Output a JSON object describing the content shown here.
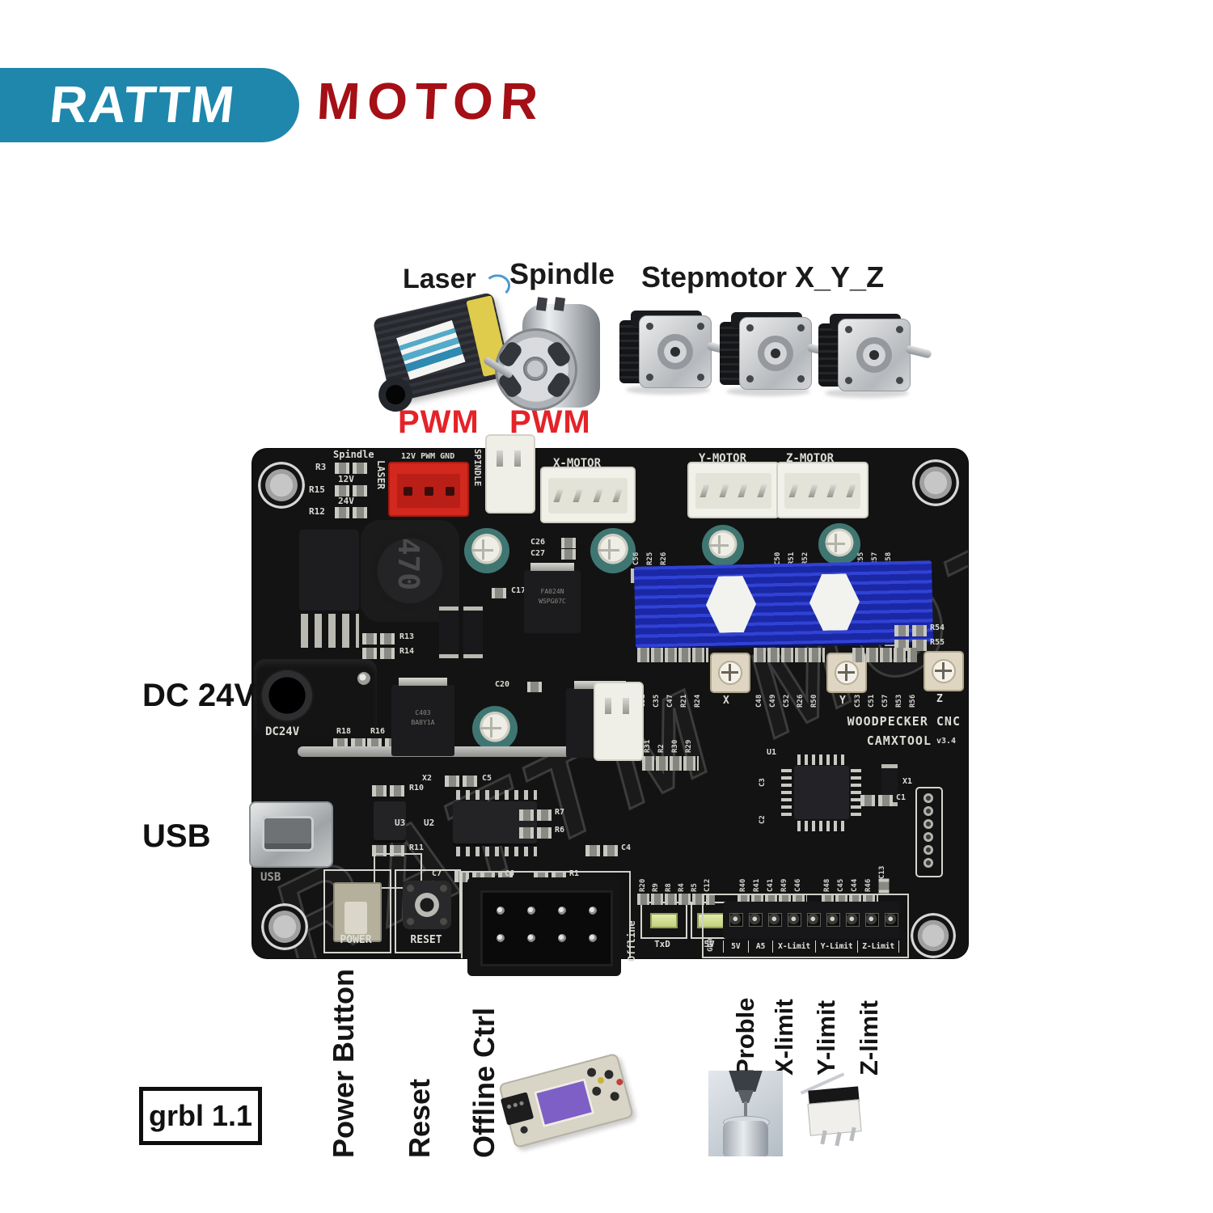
{
  "logo": {
    "brand": "RATTM",
    "word": "MOTOR"
  },
  "colors": {
    "logo_blue": "#1f87ac",
    "logo_red": "#a50f16",
    "pwm_red": "#e42329",
    "board_black": "#131313",
    "heatsink_blue": "#2233c4",
    "laser_connector_red": "#d2281e",
    "silkscreen": "#dcdcd6"
  },
  "legend": {
    "laser": "Laser",
    "spindle": "Spindle",
    "stepper": "Stepmotor X_Y_Z",
    "pwm_laser": "PWM",
    "pwm_spindle": "PWM"
  },
  "callouts": {
    "dc24v": "DC 24V",
    "usb": "USB",
    "power_button": "Power Button",
    "reset": "Reset",
    "offline_ctrl": "Offline Ctrl",
    "grbl": "grbl 1.1",
    "probe": "Proble",
    "x_limit": "X-limit",
    "y_limit": "Y-limit",
    "z_limit": "Z-limit"
  },
  "board": {
    "watermark": "RATTM MOTOR",
    "silk": {
      "spindle_rail": "Spindle",
      "r3": "R3",
      "v12": "12V",
      "r15": "R15",
      "v24": "24V",
      "r12": "R12",
      "laser_vert": "LASER",
      "laser_pins": "12V PWM GND",
      "spindle_vert": "SPINDLE",
      "x_motor": "X-MOTOR",
      "y_motor": "Y-MOTOR",
      "z_motor": "Z-MOTOR",
      "inductor": "470",
      "c17": "C17",
      "c26": "C26",
      "c27": "C27",
      "c20": "C20",
      "r13": "R13",
      "r14": "R14",
      "mosfet_line1": "FA024N",
      "mosfet_line2": "WSPG07C",
      "npn_line1": "C403",
      "npn_line2": "BA8Y1A",
      "r54": "R54",
      "r55": "R55",
      "pot_x": "X",
      "pot_y": "Y",
      "pot_z": "Z",
      "brand1": "WOODPECKER CNC",
      "brand2": "CAMXTOOL",
      "brand2v": "v3.4",
      "dc": "DC24V",
      "r18": "R18",
      "r16": "R16",
      "usb": "USB",
      "u1": "U1",
      "u2": "U2",
      "u3": "U3",
      "x1": "X1",
      "x2": "X2",
      "c1": "C1",
      "c2": "C2",
      "c3": "C3",
      "c4": "C4",
      "c5": "C5",
      "c6": "C6",
      "c7": "C7",
      "r1": "R1",
      "r6": "R6",
      "r7": "R7",
      "r10": "R10",
      "r11": "R11",
      "c13": "C13",
      "power": "POWER",
      "reset": "RESET",
      "offline": "Offline",
      "txd": "TxD",
      "v5led": "5V",
      "gnd": "GND"
    },
    "clusters": {
      "xtop": [
        "C56",
        "R25",
        "R26"
      ],
      "ytop": [
        "C50",
        "R51",
        "R52"
      ],
      "ztop": [
        "C55",
        "R57",
        "R58"
      ],
      "xpot": [
        "C31",
        "C35",
        "C47",
        "R21",
        "R24"
      ],
      "ypot": [
        "C48",
        "C49",
        "C52",
        "R26",
        "R50"
      ],
      "zpot": [
        "C53",
        "C51",
        "C57",
        "R53",
        "R56"
      ],
      "mid": [
        "R31",
        "R2",
        "R30",
        "R29"
      ],
      "bot1": [
        "R20",
        "R9",
        "R8",
        "R4",
        "R5",
        "C12"
      ],
      "bot2": [
        "R40",
        "R41",
        "C41",
        "R49",
        "C46"
      ],
      "bot3": [
        "R48",
        "C45",
        "C44",
        "R46"
      ]
    },
    "limit_header": [
      "5V",
      "A5",
      "X-Limit",
      "Y-Limit",
      "Z-Limit"
    ]
  }
}
